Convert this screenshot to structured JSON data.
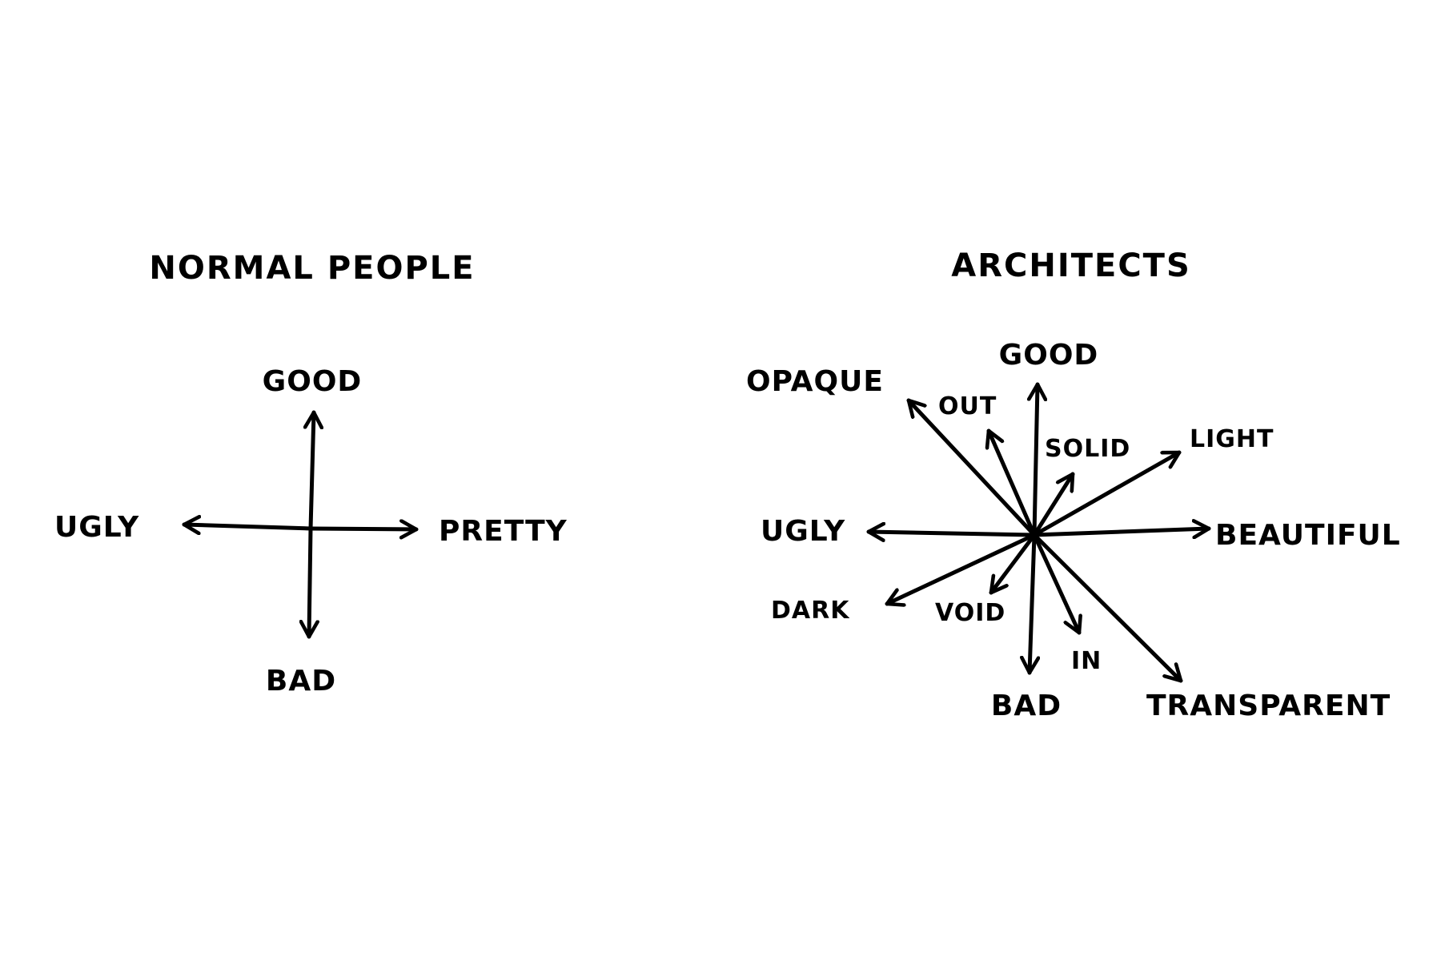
{
  "colors": {
    "ink": "#000000",
    "background": "#ffffff"
  },
  "left_diagram": {
    "title": "NORMAL PEOPLE",
    "labels": {
      "up": "GOOD",
      "down": "BAD",
      "left": "UGLY",
      "right": "PRETTY"
    }
  },
  "right_diagram": {
    "title": "ARCHITECTS",
    "labels": {
      "good": "GOOD",
      "bad": "BAD",
      "ugly": "UGLY",
      "beautiful": "BEAUTIFUL",
      "opaque": "OPAQUE",
      "transparent": "TRANSPARENT",
      "out": "OUT",
      "in": "IN",
      "solid": "SOLID",
      "void": "VOID",
      "light": "LIGHT",
      "dark": "DARK"
    }
  }
}
